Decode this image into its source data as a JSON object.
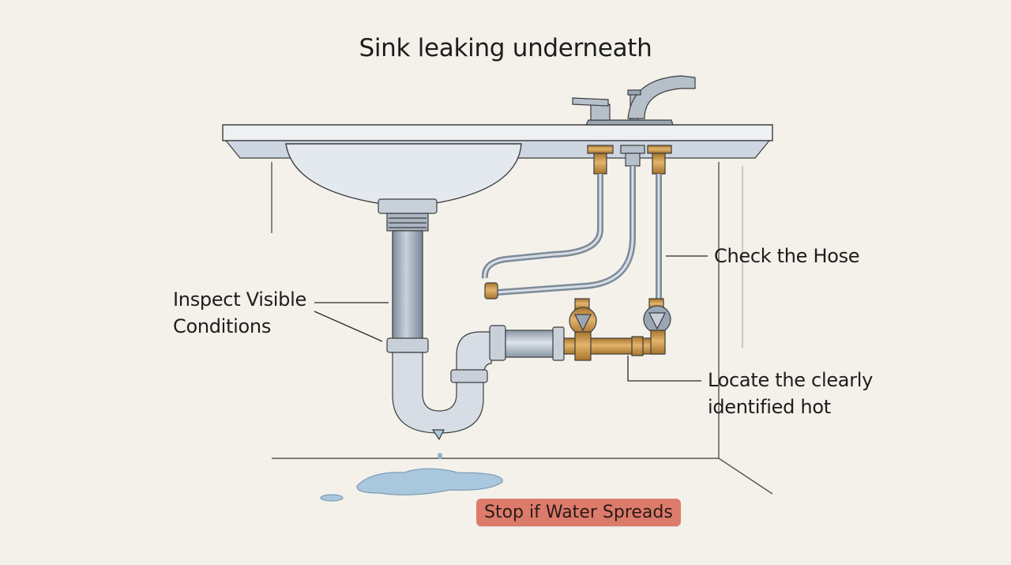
{
  "title": "Sink leaking underneath",
  "labels": {
    "check_hose": "Check the Hose",
    "inspect_line1": "Inspect Visible",
    "inspect_line2": "Conditions",
    "locate_line1": "Locate the clearly",
    "locate_line2": "identified hot"
  },
  "warning": "Stop if Water Spreads",
  "colors": {
    "background": "#f3f1ea",
    "pipe": "#9aa6b4",
    "brass": "#c9923f",
    "water": "#a9c7dd",
    "warning": "#dc7b6b"
  }
}
